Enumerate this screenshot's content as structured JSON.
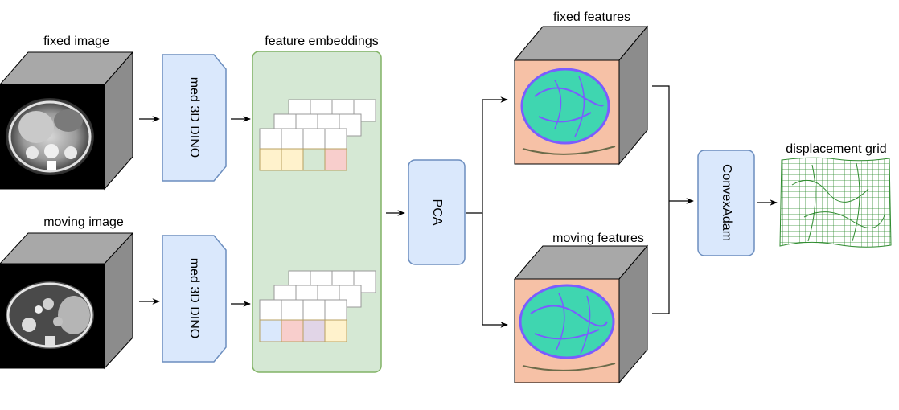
{
  "labels": {
    "fixed_image": "fixed image",
    "moving_image": "moving image",
    "feature_embeddings": "feature embeddings",
    "fixed_features": "fixed features",
    "moving_features": "moving features",
    "displacement_grid": "displacement grid"
  },
  "nodes": {
    "encoder_top": "med 3D DINO",
    "encoder_bottom": "med 3D DINO",
    "pca": "PCA",
    "convexadam": "ConvexAdam"
  },
  "colors": {
    "cube_side": "#8c8c8c",
    "cube_top": "#a8a8a8",
    "block_fill": "#dae8fc",
    "block_stroke": "#6c8ebf",
    "embed_fill": "#d5e8d4",
    "embed_stroke": "#82b366",
    "feature_bg": "#f6c1a6",
    "feature_cyan": "#3fd6b0",
    "feature_purple": "#7a5cff",
    "grid_green": "#2e8b2e",
    "token_yellow": "#fff2cc",
    "token_red": "#f8cecc",
    "token_blue": "#dae8fc",
    "token_purple": "#e1d5e7",
    "token_green": "#d5e8d4"
  },
  "tokens": {
    "top": [
      "token_yellow",
      "token_yellow",
      "token_green",
      "token_red"
    ],
    "bottom": [
      "token_blue",
      "token_red",
      "token_purple",
      "token_yellow"
    ]
  }
}
